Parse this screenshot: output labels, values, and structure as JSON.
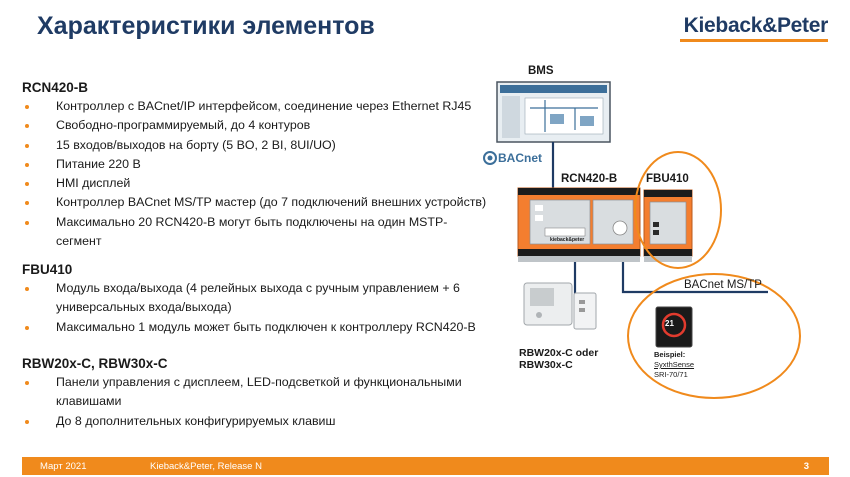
{
  "header": {
    "title": "Характеристики элементов",
    "logo": "Kieback&Peter",
    "accent_color": "#f08a1c",
    "title_color": "#1f3b64"
  },
  "sections": {
    "rcn": {
      "title": "RCN420-B",
      "items": [
        "Контроллер с BACnet/IP интерфейсом, соединение через Ethernet RJ45",
        "Свободно-программируемый, до 4 контуров",
        "15 входов/выходов на борту (5 BO, 2 BI, 8UI/UO)",
        "Питание 220 В",
        "HMI дисплей",
        "Контроллер BACnet MS/TP мастер (до 7 подключений внешних устройств)",
        "Максимально 20 RCN420-B могут быть подключены на один MSTP-",
        "сегмент"
      ]
    },
    "fbu": {
      "title": "FBU410",
      "items": [
        "Модуль входа/выхода (4 релейных выхода с ручным управлением + 6",
        "универсальных входа/выхода)",
        "Максимально 1 модуль может быть подключен к контроллеру RCN420-B"
      ]
    },
    "rbw": {
      "title": "RBW20x-C, RBW30x-C",
      "items": [
        "Панели управления с дисплеем, LED-подсветкой и функциональными",
        "клавишами",
        "До 8 дополнительных конфигурируемых клавиш"
      ]
    }
  },
  "diagram": {
    "bms_label": "BMS",
    "bacnet_logo": "BACnet",
    "rcn_label": "RCN420-B",
    "fbu_label": "FBU410",
    "mstp_label": "BACnet MS/TP",
    "rbw_label_1": "RBW20x-C oder",
    "rbw_label_2": "RBW30x-C",
    "device_brand": "kieback&peter",
    "panel_display": "21",
    "example_1": "Beispiel:",
    "example_2": "SyxthSense",
    "example_3": "SRI-70/71"
  },
  "footer": {
    "date": "Март 2021",
    "release": "Kieback&Peter, Release N",
    "page": "3"
  }
}
